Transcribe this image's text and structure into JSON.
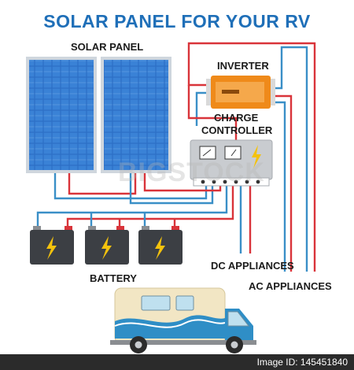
{
  "title": "SOLAR PANEL FOR YOUR RV",
  "labels": {
    "solar_panel": "SOLAR PANEL",
    "inverter": "INVERTER",
    "charge_controller_line1": "CHARGE",
    "charge_controller_line2": "CONTROLLER",
    "battery": "BATTERY",
    "dc_appliances": "DC APPLIANCES",
    "ac_appliances": "AC APPLIANCES"
  },
  "watermark": "BIGSTOCK",
  "footer": {
    "image_id": "Image ID: 145451840"
  },
  "colors": {
    "title": "#1f6fb8",
    "panel": "#2c6fc6",
    "panel_frame": "#cfd6dd",
    "wire_positive": "#d9343a",
    "wire_negative": "#3a8fc7",
    "inverter": "#ef8a1a",
    "controller": "#c9ccd0",
    "battery": "#3c3f44",
    "bolt": "#f4c20d",
    "rv_body": "#f2e6c4",
    "rv_accent": "#2f8ec6"
  },
  "icons": [
    "solar-panel-icon",
    "inverter-icon",
    "charge-controller-icon",
    "battery-icon",
    "lightning-bolt-icon",
    "rv-camper-icon"
  ]
}
